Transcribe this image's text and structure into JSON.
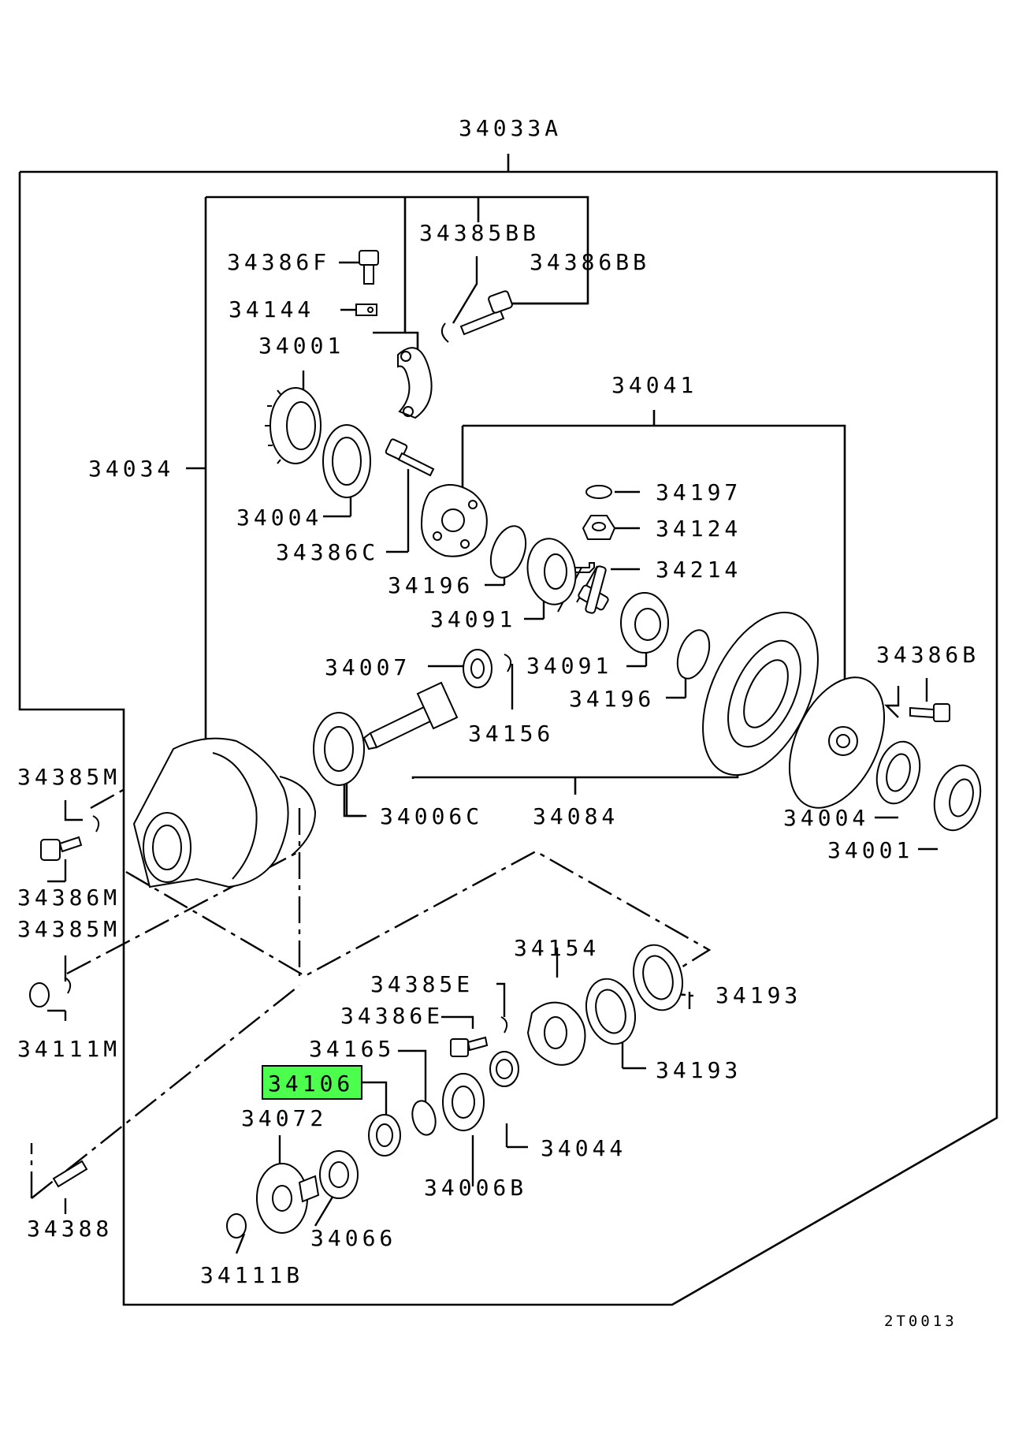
{
  "diagram": {
    "highlight_color": "#4dff4d",
    "reference_code": "2T0013",
    "labels": {
      "p34033A": "34033A",
      "p34385BB": "34385BB",
      "p34386F": "34386F",
      "p34386BB": "34386BB",
      "p34144": "34144",
      "p34001_top": "34001",
      "p34041": "34041",
      "p34034": "34034",
      "p34197": "34197",
      "p34004_top": "34004",
      "p34124": "34124",
      "p34386C": "34386C",
      "p34214": "34214",
      "p34196_top": "34196",
      "p34091_top": "34091",
      "p34007": "34007",
      "p34091_mid": "34091",
      "p34386B": "34386B",
      "p34196_mid": "34196",
      "p34156": "34156",
      "p34385M_top": "34385M",
      "p34006C": "34006C",
      "p34084": "34084",
      "p34004_right": "34004",
      "p34001_right": "34001",
      "p34386M": "34386M",
      "p34385M_bot": "34385M",
      "p34154": "34154",
      "p34385E": "34385E",
      "p34193_top": "34193",
      "p34386E": "34386E",
      "p34111M": "34111M",
      "p34165": "34165",
      "p34193_bot": "34193",
      "p34106": "34106",
      "p34072": "34072",
      "p34044": "34044",
      "p34006B": "34006B",
      "p34388": "34388",
      "p34066": "34066",
      "p34111B": "34111B"
    }
  }
}
